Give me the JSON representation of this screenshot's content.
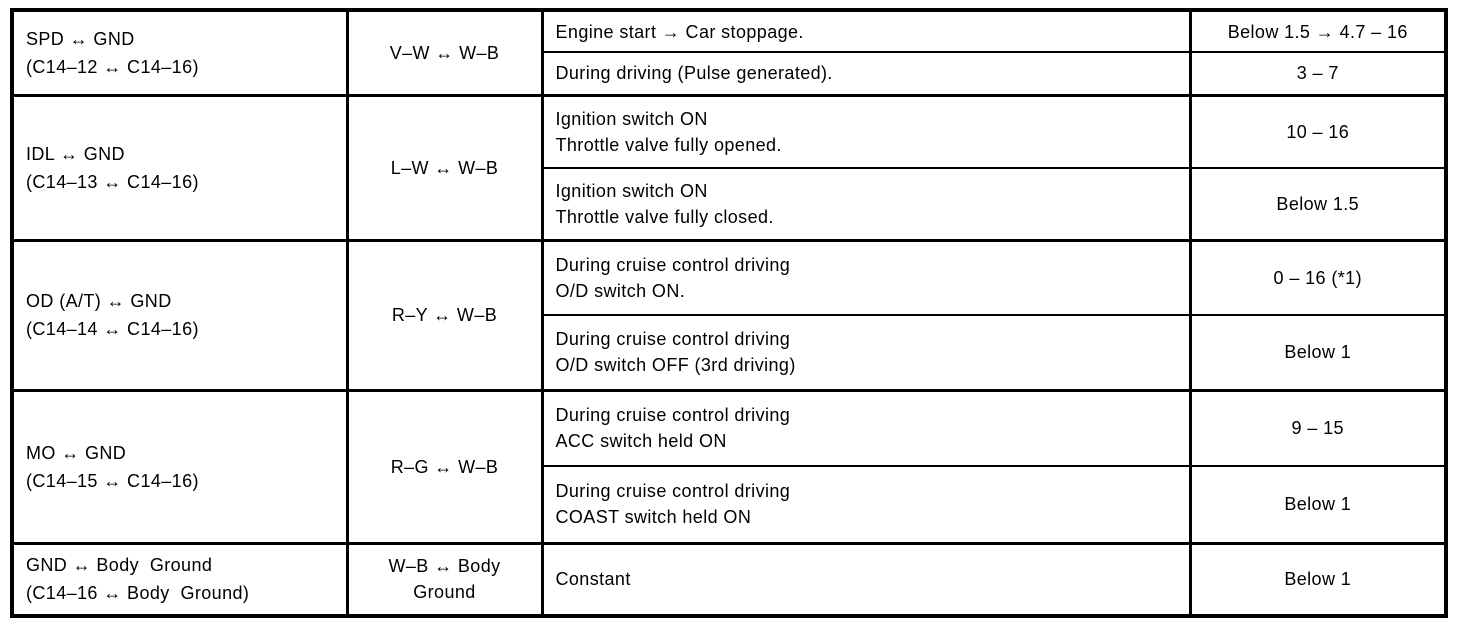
{
  "table": {
    "rows": [
      {
        "terminal": "SPD ↔ GND\n(C14–12 ↔ C14–16)",
        "wire": "V–W ↔ W–B",
        "checks": [
          {
            "condition": "Engine start → Car stoppage.",
            "value": "Below 1.5 → 4.7 – 16"
          },
          {
            "condition": "During driving (Pulse generated).",
            "value": "3 – 7"
          }
        ]
      },
      {
        "terminal": "IDL ↔ GND\n(C14–13 ↔ C14–16)",
        "wire": "L–W ↔ W–B",
        "checks": [
          {
            "condition": "Ignition switch ON\nThrottle valve fully opened.",
            "value": "10 – 16"
          },
          {
            "condition": "Ignition switch ON\nThrottle valve fully closed.",
            "value": "Below 1.5"
          }
        ]
      },
      {
        "terminal": "OD (A/T) ↔ GND\n(C14–14 ↔ C14–16)",
        "wire": "R–Y ↔ W–B",
        "checks": [
          {
            "condition": "During cruise control driving\nO/D switch ON.",
            "value": "0 – 16 (*1)"
          },
          {
            "condition": "During cruise control driving\nO/D switch OFF (3rd driving)",
            "value": "Below 1"
          }
        ]
      },
      {
        "terminal": "MO ↔ GND\n(C14–15 ↔ C14–16)",
        "wire": "R–G ↔ W–B",
        "checks": [
          {
            "condition": "During cruise control driving\nACC switch held ON",
            "value": "9 – 15"
          },
          {
            "condition": "During cruise control driving\nCOAST switch held ON",
            "value": "Below 1"
          }
        ]
      },
      {
        "terminal": "GND ↔ Body  Ground\n(C14–16 ↔ Body  Ground)",
        "wire": "W–B ↔ Body\nGround",
        "checks": [
          {
            "condition": "Constant",
            "value": "Below 1"
          }
        ]
      }
    ]
  }
}
